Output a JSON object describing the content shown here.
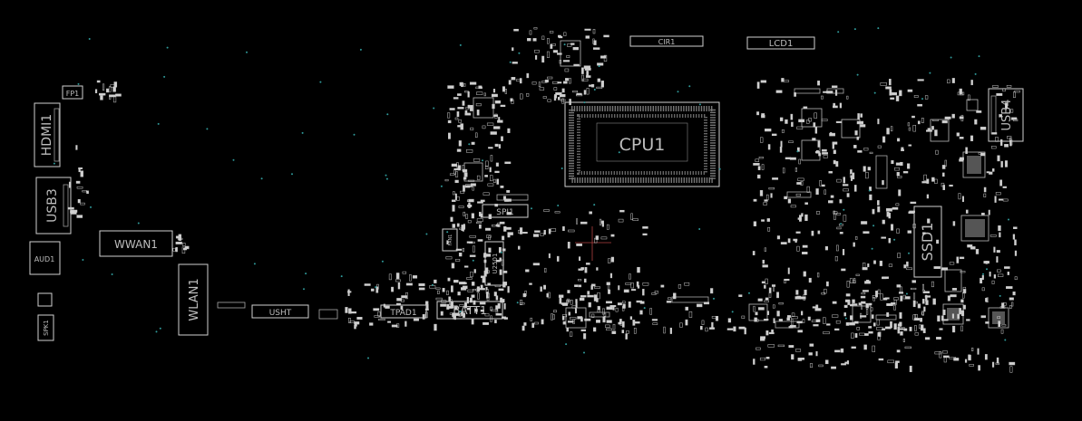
{
  "board": {
    "background": "#000000",
    "outline_color": "#cfcfcf",
    "via_color": "#2f9a9a",
    "labels": {
      "fp1": "FP1",
      "hdmi1": "HDMI1",
      "usb3": "USB3",
      "aud1": "AUD1",
      "spk1": "SPK1",
      "wwan1": "WWAN1",
      "wlan1": "WLAN1",
      "usht": "USHT",
      "tpad1": "TPAD1",
      "batt1": "BATT1",
      "cpu1": "CPU1",
      "cir1": "CIR1",
      "lcd1": "LCD1",
      "usb4": "USB4",
      "ssd1": "SSD1",
      "spi1": "SPI1",
      "fan1": "FAN1",
      "u2501": "U2501"
    }
  }
}
